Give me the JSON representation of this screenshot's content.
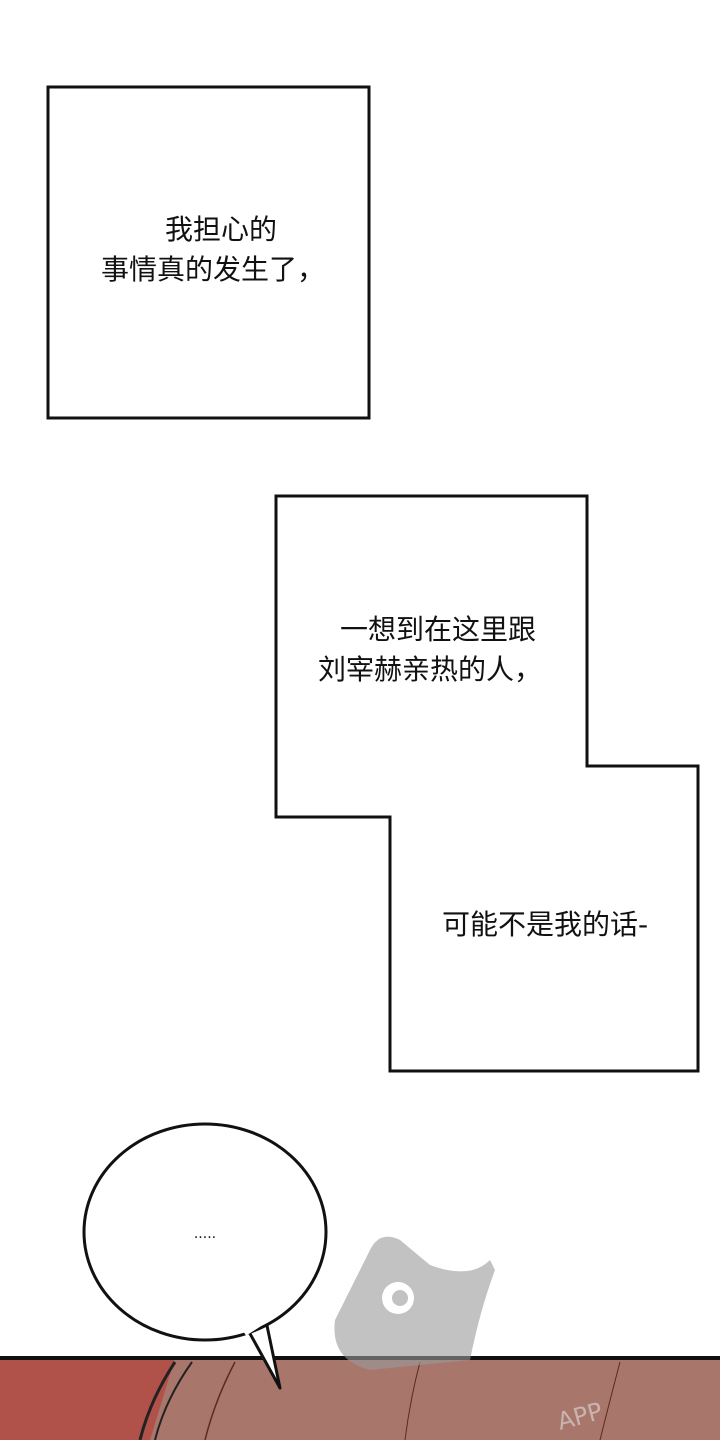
{
  "captions": [
    {
      "lines": [
        "我担心的",
        "事情真的发生了，"
      ]
    },
    {
      "lines": [
        "一想到在这里跟",
        "刘宰赫亲热的人，"
      ]
    },
    {
      "lines": [
        "可能不是我的话-"
      ]
    }
  ],
  "speech_bubble": {
    "text": "....."
  },
  "watermark": {
    "text": "APP"
  },
  "colors": {
    "panel_red": "#b0524a",
    "panel_brown": "#a9766b",
    "outline": "#111111"
  }
}
